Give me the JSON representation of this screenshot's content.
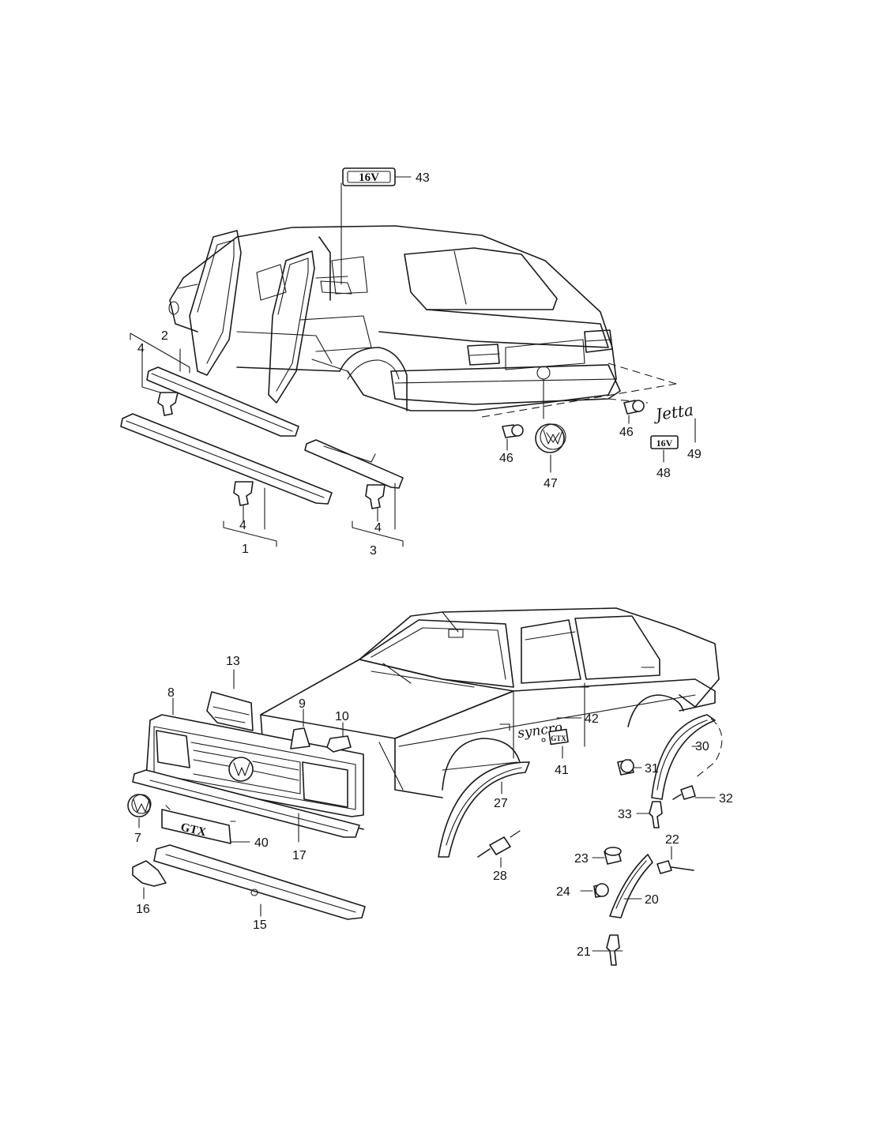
{
  "part_numbers": {
    "p1": "1",
    "p2": "2",
    "p3": "3",
    "p4a": "4",
    "p4b": "4",
    "p4c": "4",
    "p7": "7",
    "p8": "8",
    "p9": "9",
    "p10": "10",
    "p13": "13",
    "p15": "15",
    "p16": "16",
    "p17": "17",
    "p20": "20",
    "p21": "21",
    "p22": "22",
    "p23": "23",
    "p24": "24",
    "p27": "27",
    "p28": "28",
    "p30": "30",
    "p31": "31",
    "p32": "32",
    "p33": "33",
    "p40": "40",
    "p41": "41",
    "p42": "42",
    "p43": "43",
    "p46a": "46",
    "p46b": "46",
    "p47": "47",
    "p48": "48",
    "p49": "49"
  },
  "badges": {
    "badge_16v_top": "16V",
    "badge_16v_small": "16V",
    "badge_gtx_front": "GTX",
    "badge_gtx_side": "GTX",
    "script_jetta": "Jetta",
    "script_syncro": "syncro"
  }
}
